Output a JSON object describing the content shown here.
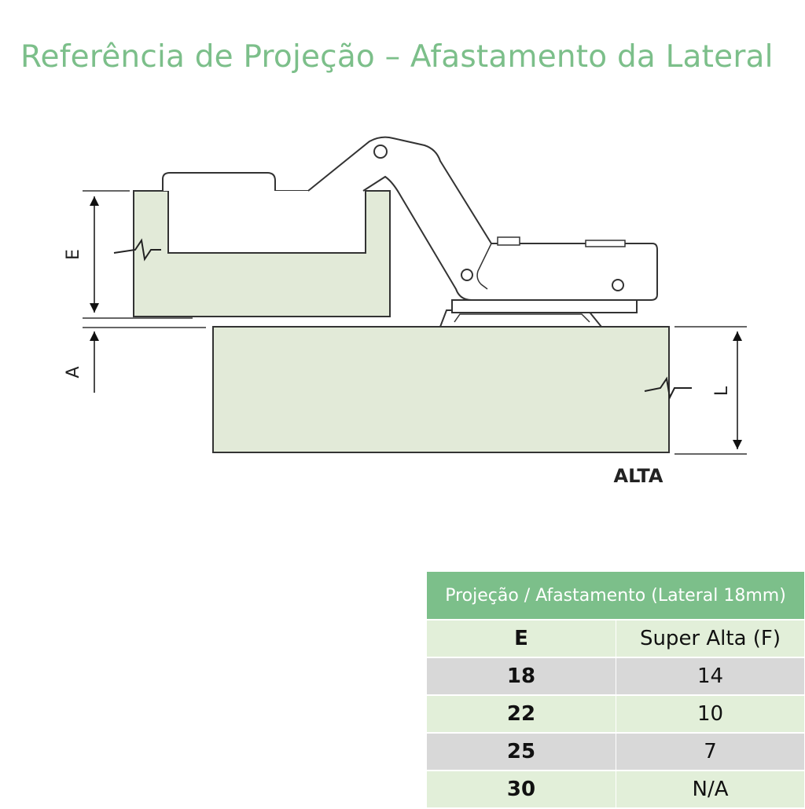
{
  "title": "Referência de Projeção – Afastamento da Lateral",
  "diagram": {
    "label_e": "E",
    "label_a": "A",
    "label_l": "L",
    "caption": "ALTA",
    "panel_fill": "#e2ead8",
    "line_color": "#333333"
  },
  "table": {
    "header": "Projeção / Afastamento (Lateral 18mm)",
    "col_e": "E",
    "col_f": "Super Alta (F)",
    "rows": [
      {
        "e": "18",
        "f": "14"
      },
      {
        "e": "22",
        "f": "10"
      },
      {
        "e": "25",
        "f": "7"
      },
      {
        "e": "30",
        "f": "N/A"
      }
    ],
    "header_color": "#7cbf8a",
    "row_light_color": "#e2efd9",
    "row_grey_color": "#d8d8d8"
  }
}
